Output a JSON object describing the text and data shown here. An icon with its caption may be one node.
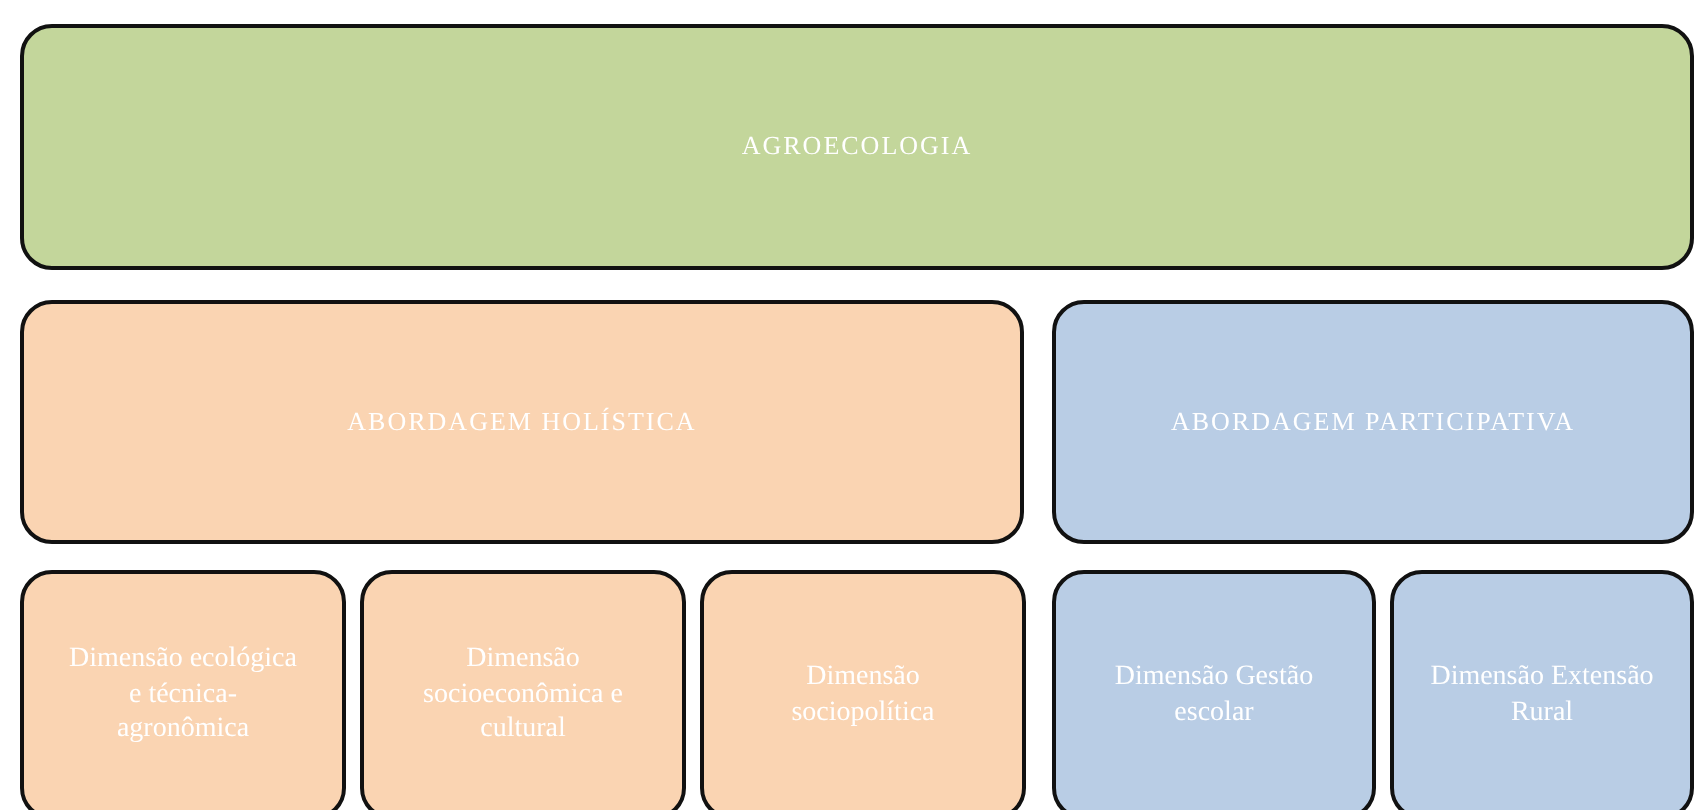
{
  "diagram": {
    "nodes": [
      {
        "text": [
          "AGROECOLOGIA"
        ]
      },
      {
        "text": [
          "ABORDAGEM HOLÍSTICA"
        ]
      },
      {
        "text": [
          "ABORDAGEM PARTICIPATIVA"
        ]
      },
      {
        "text": [
          "Dimensão ecológica e técnica-agronômica"
        ]
      },
      {
        "text": [
          "Dimensão socioeconômica e cultural"
        ]
      },
      {
        "text": [
          "Dimensão sociopolítica"
        ]
      },
      {
        "text": [
          "Dimensão Gestão escolar"
        ]
      },
      {
        "text": [
          "Dimensão Extensão Rural"
        ]
      }
    ]
  }
}
